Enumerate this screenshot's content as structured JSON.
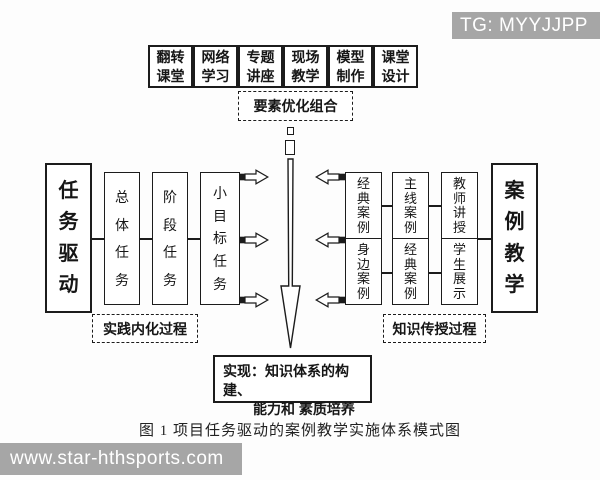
{
  "overlays": {
    "telegram_badge": "TG: MYYJJPP",
    "website_badge": "www.star-hthsports.com"
  },
  "colors": {
    "badge_background": "#a6a6a6",
    "badge_text": "#ffffff",
    "diagram_line": "#1c1c1c",
    "page_background": "#fdfdfd"
  },
  "icons": {
    "center_flow": "long-down-arrow",
    "left_exchange": "block-arrow-right",
    "right_exchange": "block-arrow-left"
  },
  "diagram": {
    "teaching_methods": [
      "翻转课堂",
      "网络学习",
      "专题讲座",
      "现场教学",
      "模型制作",
      "课堂设计"
    ],
    "optimization_label": "要素优化组合",
    "left_pillar": "任务驱动",
    "task_chain": [
      "总体任务",
      "阶段任务",
      "小目标任务"
    ],
    "case_columns": [
      {
        "top": "经典案例",
        "bottom": "身边案例"
      },
      {
        "top": "主线案例",
        "bottom": "经典案例"
      },
      {
        "top": "教师讲授",
        "bottom": "学生展示"
      }
    ],
    "right_pillar": "案例教学",
    "left_process_label": "实践内化过程",
    "right_process_label": "知识传授过程",
    "outcome": {
      "line1": "实现：知识体系的构建、",
      "line2": "能力和 素质培养"
    },
    "caption": "图 1 项目任务驱动的案例教学实施体系模式图"
  }
}
